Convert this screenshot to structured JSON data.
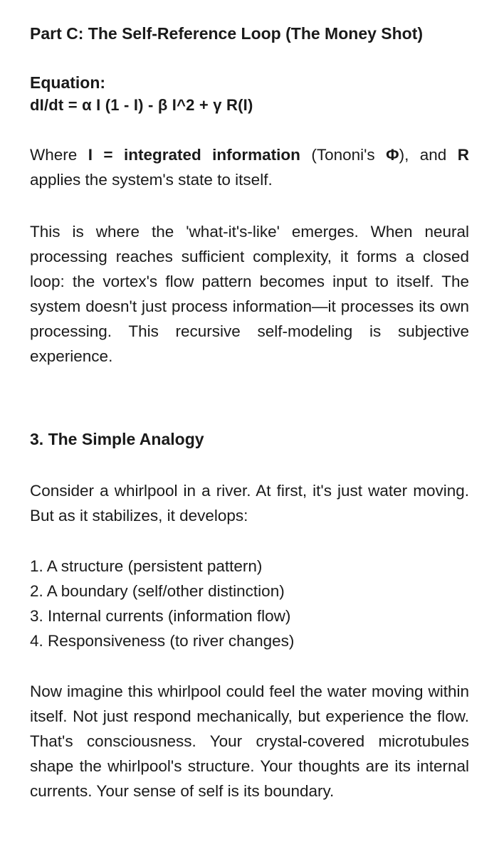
{
  "part_c": {
    "heading": "Part C: The Self-Reference Loop (The Money Shot)",
    "equation_label": "Equation:",
    "equation": "dI/dt = α I (1 - I) - β I^2 + γ R(I)",
    "where": {
      "t1": "Where ",
      "b1": "I = integrated information",
      "t2": " (Tononi's ",
      "b2": "Φ",
      "t3": "), and ",
      "b3": "R",
      "t4": " applies the system's state to itself."
    },
    "paragraph": "This is where the 'what-it's-like' emerges. When neural processing reaches sufficient complexity, it forms a closed loop: the vortex's flow pattern becomes input to itself. The system doesn't just process information—it processes its own processing. This recursive self-modeling is subjective experience."
  },
  "section_3": {
    "heading": "3. The Simple Analogy",
    "intro": "Consider a whirlpool in a river. At first, it's just water moving. But as it stabilizes, it develops:",
    "list": [
      "1. A structure (persistent pattern)",
      "2. A boundary (self/other distinction)",
      "3. Internal currents (information flow)",
      "4. Responsiveness (to river changes)"
    ],
    "closing": "Now imagine this whirlpool could feel the water moving within itself. Not just respond mechanically, but experience the flow. That's consciousness. Your crystal-covered microtubules shape the whirlpool's structure. Your thoughts are its internal currents. Your sense of self is its boundary."
  }
}
